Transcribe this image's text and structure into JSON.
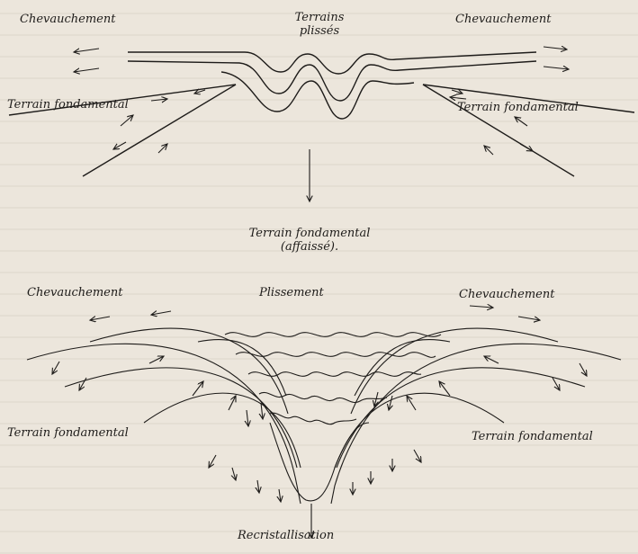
{
  "top_diagram": {
    "chevauchement_left": "Chevauchement",
    "terrains_plisses_line1": "Terrains",
    "terrains_plisses_line2": "plissés",
    "chevauchement_right": "Chevauchement",
    "terrain_fondamental_left": "Terrain fondamental",
    "terrain_fondamental_right": "Terrain fondamental",
    "terrain_fondamental_bottom_line1": "Terrain fondamental",
    "terrain_fondamental_bottom_line2": "(affaissé)."
  },
  "bottom_diagram": {
    "chevauchement_left": "Chevauchement",
    "plissement": "Plissement",
    "chevauchement_right": "Chevauchement",
    "terrain_fondamental_left": "Terrain fondamental",
    "terrain_fondamental_right": "Terrain fondamental",
    "recristallisation": "Recristallisation"
  },
  "colors": {
    "ink": "#1e1c1a",
    "paper": "#ece6dc"
  }
}
